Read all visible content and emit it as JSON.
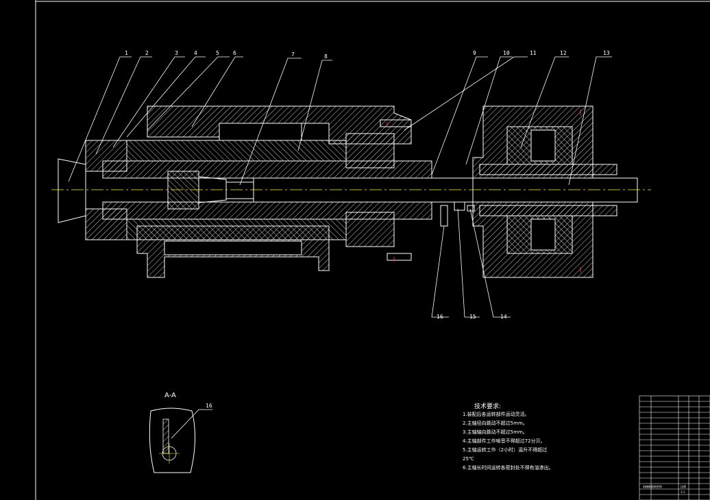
{
  "colors": {
    "background": "#000000",
    "outline": "#ffffff",
    "centerline": "#ffff00",
    "detail_red": "#ff3030"
  },
  "part_labels": [
    "1",
    "2",
    "3",
    "4",
    "5",
    "6",
    "7",
    "8",
    "9",
    "10",
    "11",
    "12",
    "13",
    "14",
    "15",
    "16"
  ],
  "section_view": {
    "title": "A-A",
    "label": "16"
  },
  "technical_requirements": {
    "title": "技术要求:",
    "lines": [
      "1.装配后各运转部件运动灵活。",
      "2.主轴径向跳动不超过5mm。",
      "3.主轴轴向跳动不超过5mm。",
      "4.主轴部件工作噪音不得超过72分贝。",
      "5.主轴运转工作（2小时）温升不得超过",
      "25℃",
      "6.主轴长时间运转各密封处不得有油渗出。"
    ]
  },
  "title_block": {
    "bottom_title": "机械制造研究所",
    "bottom_cells": [
      "比例",
      "1:1"
    ]
  }
}
